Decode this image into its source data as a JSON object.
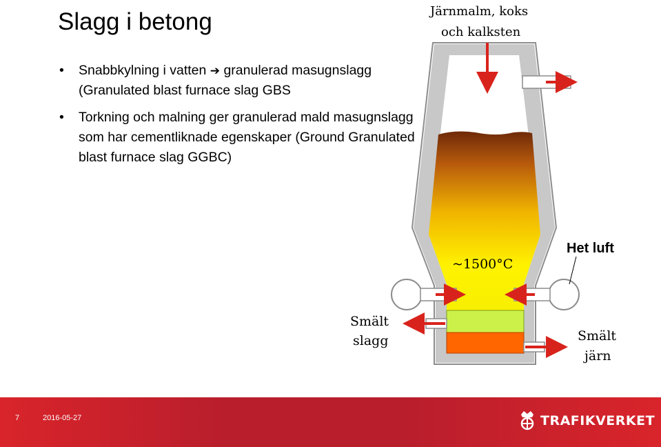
{
  "slide": {
    "title": "Slagg i betong",
    "bullets": [
      {
        "text_a": "Snabbkylning i vatten ",
        "arrow": "➔",
        "text_b": " granulerad masugnslagg (Granulated blast furnace slag GBS"
      },
      {
        "text_a": "Torkning och malning ger granulerad mald masugnslagg som har cementliknade egenskaper (Ground Granulated blast furnace slag GGBC)"
      }
    ],
    "bullet_symbol": "•"
  },
  "diagram": {
    "feed_line1": "Järnmalm, koks",
    "feed_line2": "och kalksten",
    "hot_air": "Het luft",
    "temperature": "~1500°C",
    "slag_line1": "Smält",
    "slag_line2": "slagg",
    "iron_line1": "Smält",
    "iron_line2": "järn",
    "colors": {
      "arrow": "#d8231c",
      "slag": "#ccf24a",
      "iron": "#ff6600",
      "wall": "#bfbfbf"
    }
  },
  "footer": {
    "page_number": "7",
    "date": "2016-05-27",
    "logo_text": "TRAFIKVERKET",
    "background": "#c01f2c"
  }
}
